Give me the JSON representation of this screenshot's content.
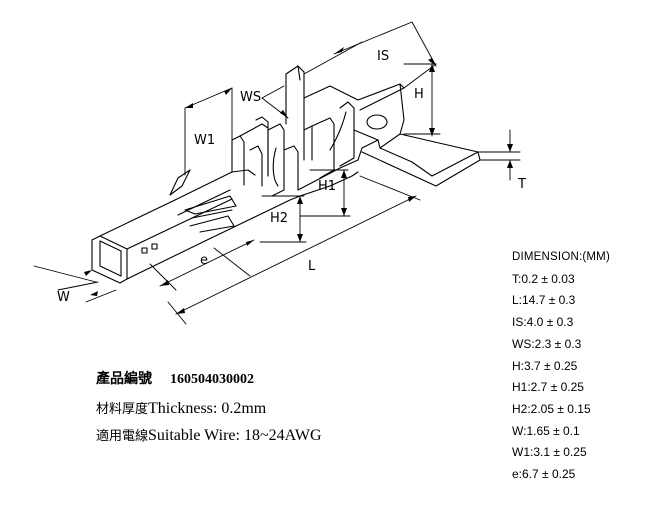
{
  "diagram": {
    "labels": {
      "is": "IS",
      "h": "H",
      "ws": "WS",
      "w1": "W1",
      "h1": "H1",
      "h2": "H2",
      "t": "T",
      "e": "e",
      "l": "L",
      "w": "W"
    }
  },
  "specs": {
    "title": "DIMENSION:(MM)",
    "rows": [
      "T:0.2 ± 0.03",
      "L:14.7 ± 0.3",
      "IS:4.0 ± 0.3",
      "WS:2.3 ± 0.3",
      "H:3.7 ± 0.25",
      "H1:2.7 ± 0.25",
      "H2:2.05 ± 0.15",
      "W:1.65 ± 0.1",
      "W1:3.1 ± 0.25",
      "e:6.7 ± 0.25"
    ]
  },
  "info": {
    "part_label": "產品編號",
    "part_number": "160504030002",
    "thickness_zh": "材料厚度",
    "thickness_en": "Thickness: 0.2mm",
    "wire_zh": "適用電線",
    "wire_en": "Suitable  Wire: 18~24AWG"
  }
}
